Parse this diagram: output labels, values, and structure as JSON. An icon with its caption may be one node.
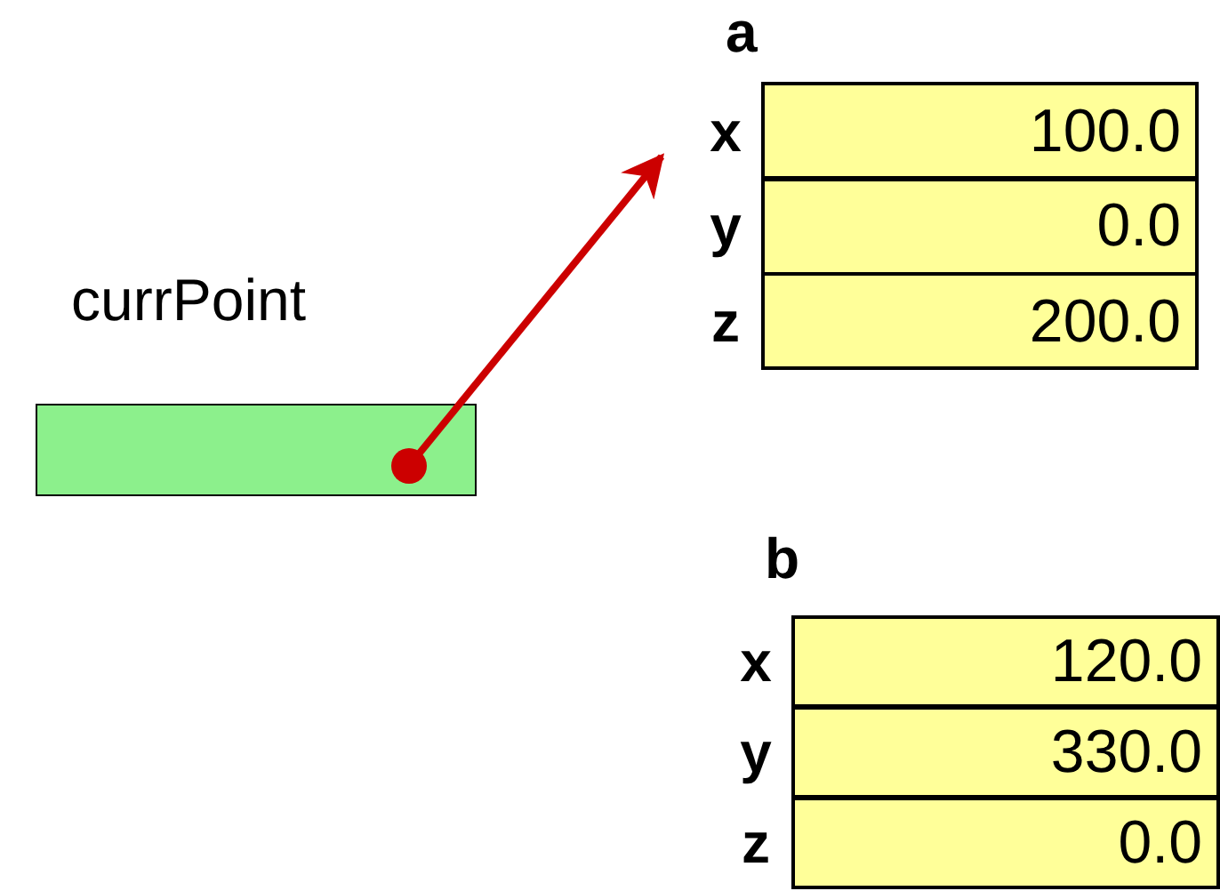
{
  "diagram": {
    "nodes": [
      {
        "text": [
          "currPoint"
        ]
      },
      {
        "text": [
          "a"
        ]
      },
      {
        "text": [
          "x",
          "100.0"
        ],
        "in": 1
      },
      {
        "text": [
          "y",
          "0.0"
        ],
        "in": 1
      },
      {
        "text": [
          "z",
          "200.0"
        ],
        "in": 1
      },
      {
        "text": [
          "b"
        ]
      },
      {
        "text": [
          "x",
          "120.0"
        ],
        "in": 5
      },
      {
        "text": [
          "y",
          "330.0"
        ],
        "in": 5
      },
      {
        "text": [
          "z",
          "0.0"
        ],
        "in": 5
      }
    ],
    "edges": [
      {
        "from": 0,
        "to": 1,
        "arrow": "to"
      }
    ]
  }
}
